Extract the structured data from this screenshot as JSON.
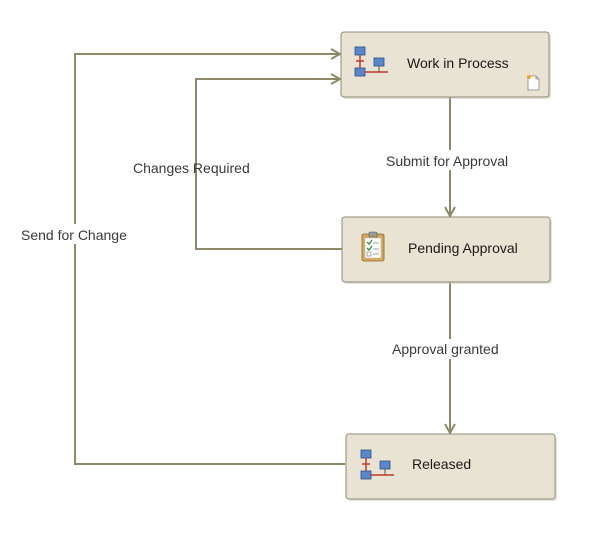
{
  "nodes": {
    "work_in_process": {
      "label": "Work in Process",
      "icon": "workflow-hierarchy-icon",
      "badge_icon": "new-document-icon"
    },
    "pending_approval": {
      "label": "Pending Approval",
      "icon": "clipboard-checklist-icon"
    },
    "released": {
      "label": "Released",
      "icon": "workflow-hierarchy-icon"
    }
  },
  "edges": {
    "submit_for_approval": {
      "label": "Submit for Approval",
      "from": "Work in Process",
      "to": "Pending Approval"
    },
    "approval_granted": {
      "label": "Approval granted",
      "from": "Pending Approval",
      "to": "Released"
    },
    "changes_required": {
      "label": "Changes Required",
      "from": "Pending Approval",
      "to": "Work in Process"
    },
    "send_for_change": {
      "label": "Send for Change",
      "from": "Released",
      "to": "Work in Process"
    }
  },
  "colors": {
    "edge": "#8f8866",
    "node_fill": "#e8e3d3",
    "node_border": "#8f8a78"
  }
}
